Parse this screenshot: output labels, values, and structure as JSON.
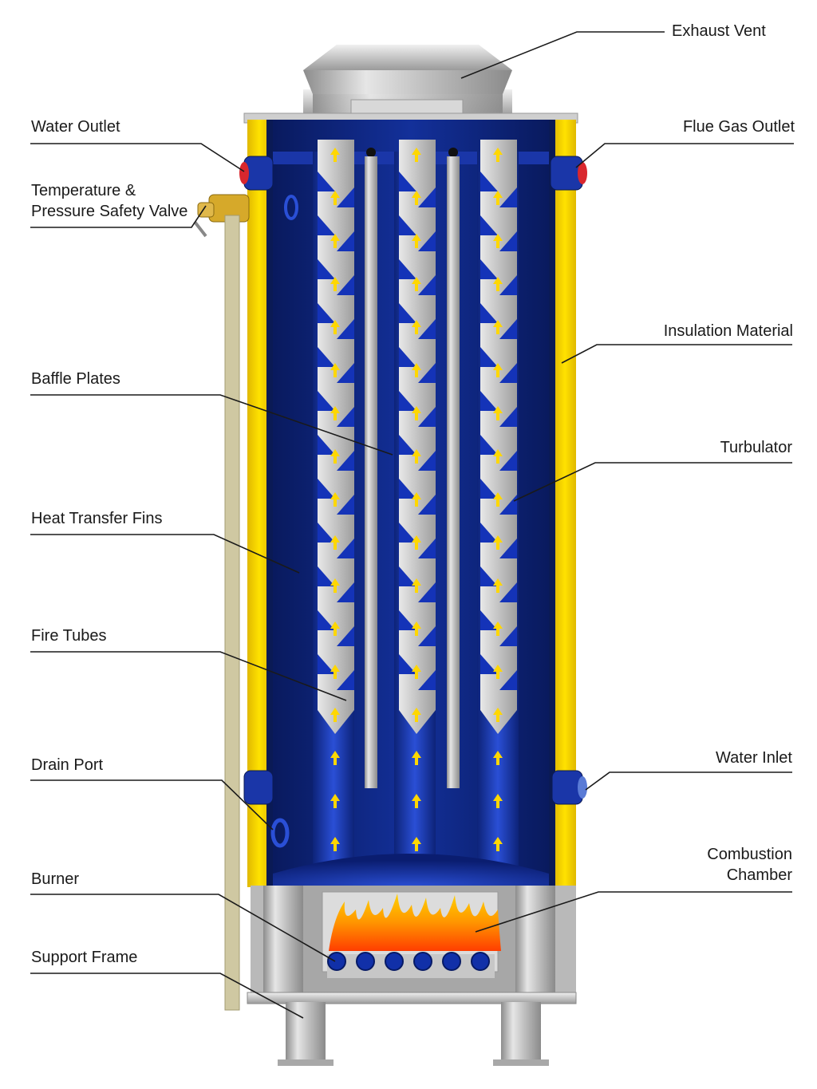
{
  "labels": {
    "exhaust_vent": "Exhaust Vent",
    "water_outlet": "Water Outlet",
    "flue_gas_outlet": "Flue Gas Outlet",
    "tp_valve_line1": "Temperature &",
    "tp_valve_line2": "Pressure Safety Valve",
    "insulation_material": "Insulation Material",
    "baffle_plates": "Baffle Plates",
    "turbulator": "Turbulator",
    "heat_transfer_fins": "Heat Transfer Fins",
    "fire_tubes": "Fire Tubes",
    "drain_port": "Drain Port",
    "water_inlet": "Water Inlet",
    "combustion_line1": "Combustion",
    "combustion_line2": "Chamber",
    "burner": "Burner",
    "support_frame": "Support Frame"
  },
  "colors": {
    "tank_blue": "#0b1f78",
    "tank_blue_light": "#1f3bbf",
    "insulation_yellow": "#f7d300",
    "steel_grey": "#b8b8b8",
    "flow_arrow": "#ffd700",
    "flame_orange": "#f58a07",
    "burner_blue": "#1130a8"
  }
}
